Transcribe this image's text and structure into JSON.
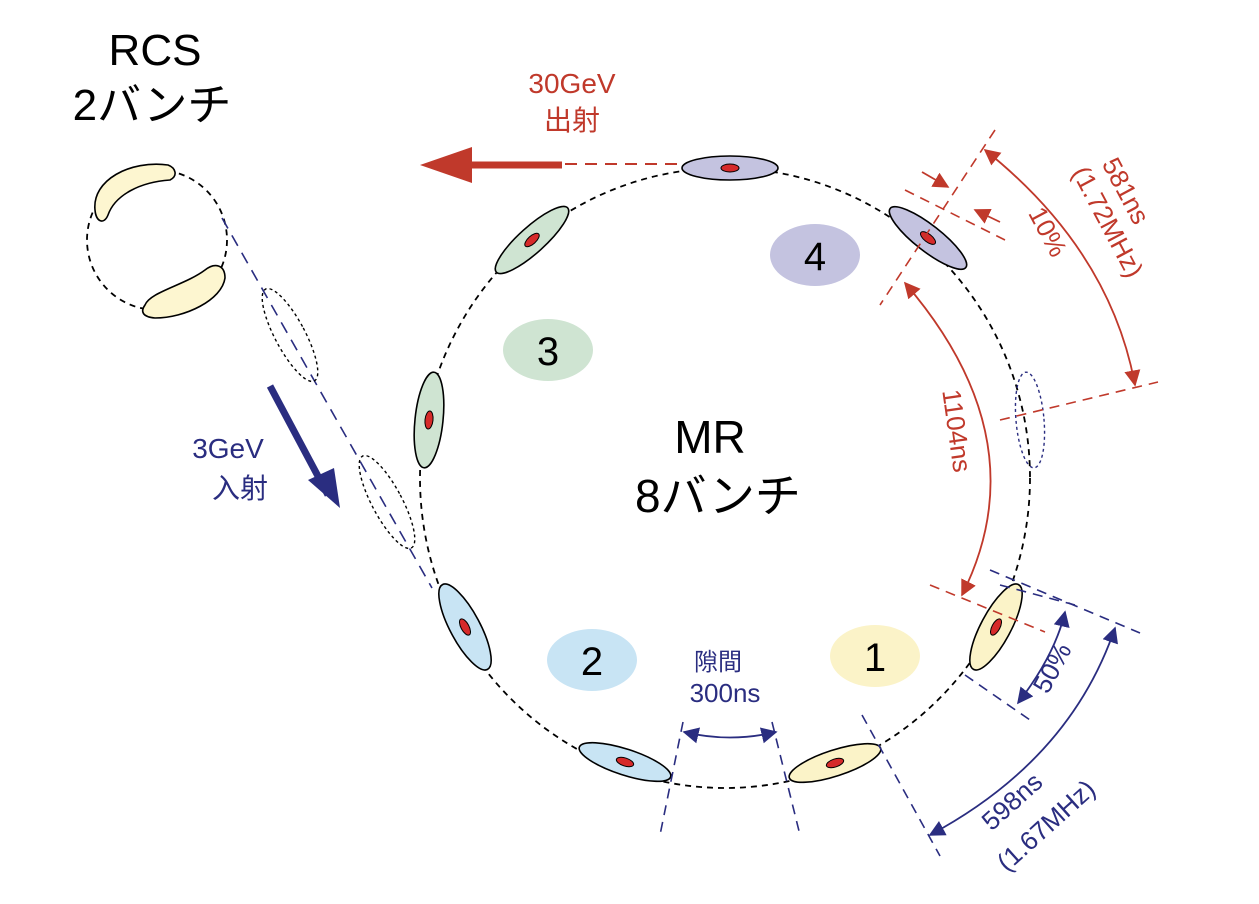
{
  "rcs": {
    "title_line1": "RCS",
    "title_line2": "2バンチ"
  },
  "mr": {
    "title_line1": "MR",
    "title_line2": "8バンチ"
  },
  "injection": {
    "line1": "3GeV",
    "line2": "入射"
  },
  "extraction": {
    "line1": "30GeV",
    "line2": "出射"
  },
  "bunch_labels": [
    "1",
    "2",
    "3",
    "4"
  ],
  "gap": {
    "line1": "隙間",
    "line2": "300ns"
  },
  "annotations": {
    "period_581_line1": "581ns",
    "period_581_line2": "(1.72MHz)",
    "percent_10": "10%",
    "time_1104": "1104ns",
    "percent_50": "50%",
    "period_598_line1": "598ns",
    "period_598_line2": "(1.67MHz)"
  },
  "colors": {
    "red": "#c0392b",
    "navy": "#2a2d80",
    "bunch1": "#fbf3c8",
    "bunch2": "#c8e4f4",
    "bunch3": "#cfe4d2",
    "bunch4": "#c4c3e0",
    "rcs_bunch": "#fdf6d0",
    "core": "#d62a2a"
  }
}
